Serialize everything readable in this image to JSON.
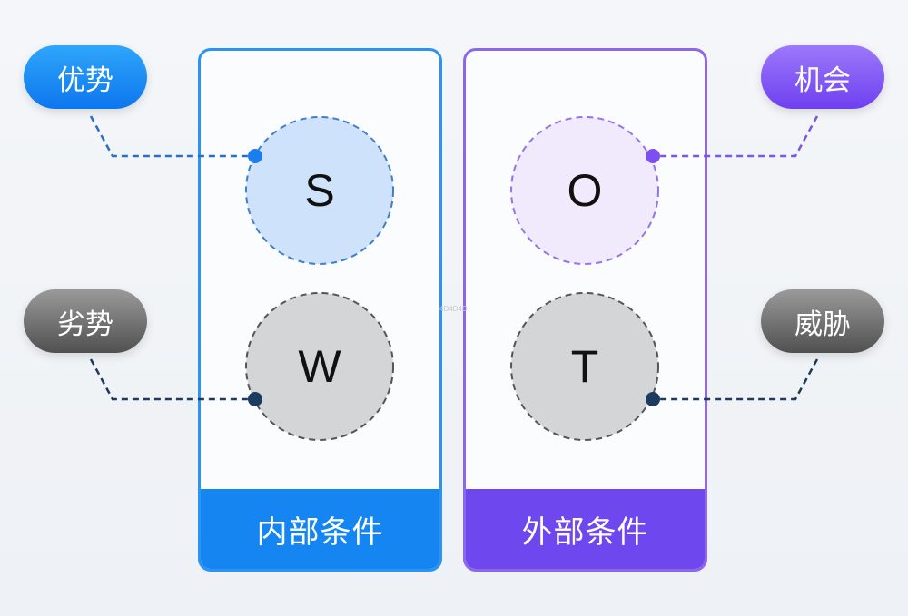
{
  "pills": {
    "strengths": "优势",
    "weaknesses": "劣势",
    "opportunities": "机会",
    "threats": "威胁"
  },
  "panels": {
    "internal": "内部条件",
    "external": "外部条件"
  },
  "circles": {
    "s": "S",
    "w": "W",
    "o": "O",
    "t": "T"
  },
  "watermark": "4D4D4D",
  "colors": {
    "blue": "#1585f2",
    "purple": "#6f47ef",
    "gray": "#505050",
    "dark_navy": "#1d3a5f",
    "s_fill": "#cfe2fb",
    "o_fill": "#f0eafc",
    "wt_fill": "#d4d5d7"
  }
}
